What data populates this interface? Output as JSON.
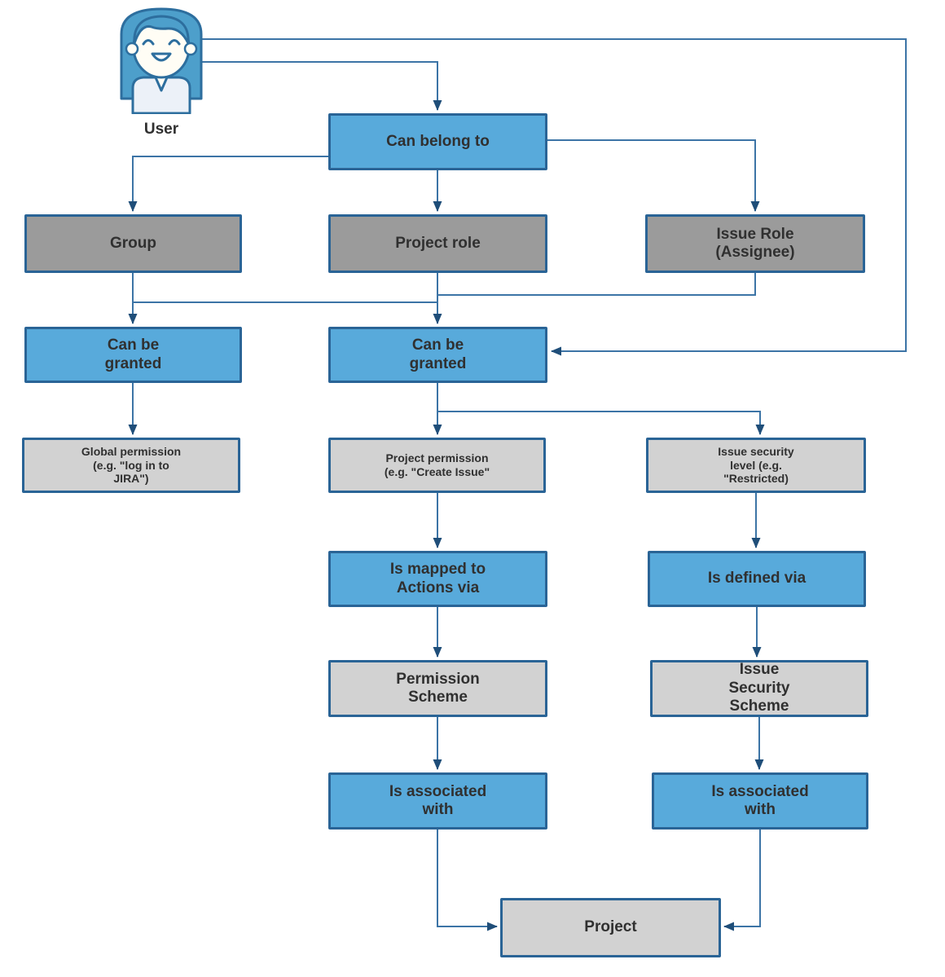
{
  "nodes": {
    "user": {
      "label": "User"
    },
    "can_belong_to": {
      "label": "Can belong to"
    },
    "group": {
      "label": "Group"
    },
    "project_role": {
      "label": "Project role"
    },
    "issue_role": {
      "label": "Issue Role\n(Assignee)"
    },
    "can_be_granted_left": {
      "label": "Can be\ngranted"
    },
    "can_be_granted_middle": {
      "label": "Can be\ngranted"
    },
    "global_permission": {
      "label": "Global permission\n(e.g. \"log in to\nJIRA\")"
    },
    "project_permission": {
      "label": "Project permission\n(e.g. \"Create Issue\""
    },
    "issue_security_level": {
      "label": "Issue security\nlevel (e.g.\n\"Restricted)"
    },
    "is_mapped_to_actions_via": {
      "label": "Is mapped to\nActions via"
    },
    "is_defined_via": {
      "label": "Is defined via"
    },
    "permission_scheme": {
      "label": "Permission\nScheme"
    },
    "issue_security_scheme": {
      "label": "Issue\nSecurity\nScheme"
    },
    "is_associated_with_left": {
      "label": "Is associated\nwith"
    },
    "is_associated_with_right": {
      "label": "Is associated\nwith"
    },
    "project": {
      "label": "Project"
    }
  },
  "colors": {
    "blue_fill": "#58AADB",
    "dark_gray_fill": "#9B9B9B",
    "light_gray_fill": "#D2D2D2",
    "box_border": "#2A6496",
    "connector": "#3C74A6",
    "arrowhead": "#1F4E79",
    "label_text": "#303030",
    "hair": "#4D9FCB",
    "avatar_outline": "#2D6E9E",
    "face": "#FFFDF5",
    "shirt": "#ECF1F8"
  }
}
